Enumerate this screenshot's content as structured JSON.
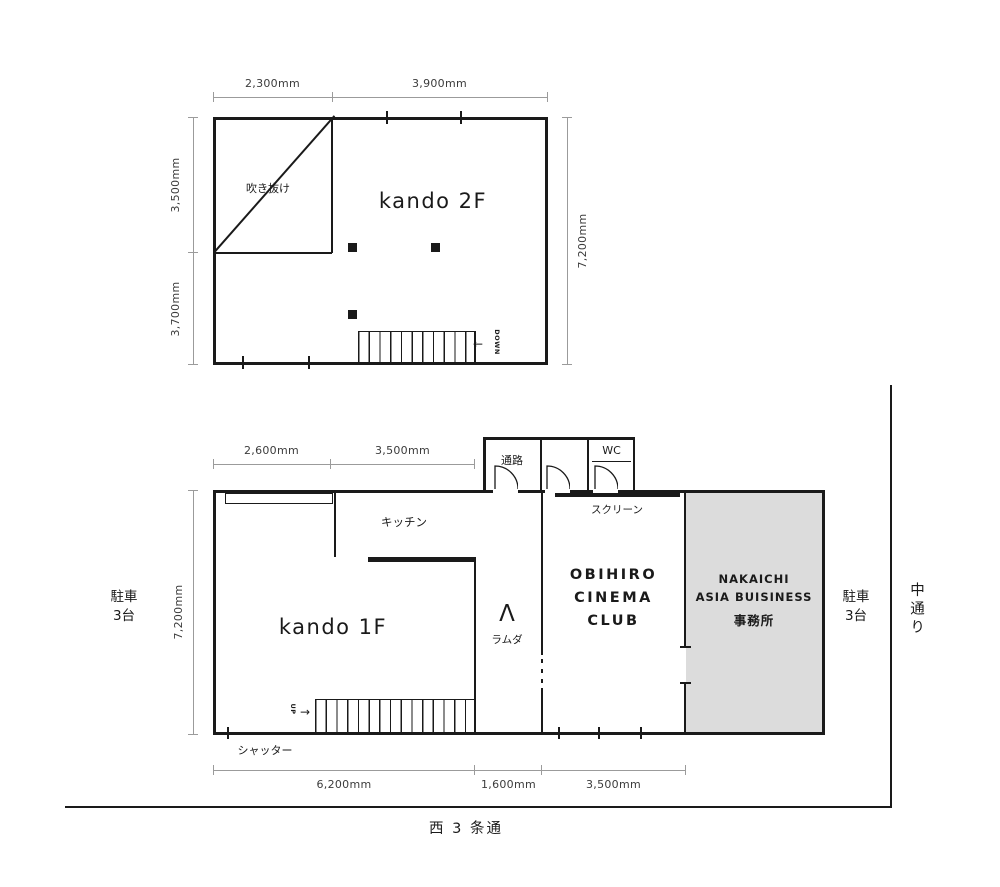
{
  "streets": {
    "bottom_label": "西 3 条通",
    "right_label": "中通り"
  },
  "plan_2f": {
    "title": "kando 2F",
    "void_label": "吹き抜け",
    "stairs_label": "DOWN",
    "stairs_arrow": "←",
    "dims": {
      "top_left": "2,300mm",
      "top_right": "3,900mm",
      "left_upper": "3,500mm",
      "left_lower": "3,700mm",
      "right": "7,200mm"
    }
  },
  "plan_1f": {
    "title": "kando 1F",
    "kitchen_label": "キッチン",
    "lambda_symbol": "Λ",
    "lambda_label": "ラムダ",
    "cinema_name": [
      "OBIHIRO",
      "CINEMA",
      "CLUB"
    ],
    "office_name": [
      "NAKAICHI",
      "ASIA BUISINESS",
      "事務所"
    ],
    "screen_label": "スクリーン",
    "passage_label": "通路",
    "wc_label": "WC",
    "stairs_label": "UP",
    "stairs_arrow": "→",
    "shutter_label": "シャッター",
    "parking_left": [
      "駐車",
      "3台"
    ],
    "parking_right": [
      "駐車",
      "3台"
    ],
    "dims": {
      "top_left": "2,600mm",
      "top_right": "3,500mm",
      "left": "7,200mm",
      "bottom_1": "6,200mm",
      "bottom_2": "1,600mm",
      "bottom_3": "3,500mm"
    }
  },
  "colors": {
    "line": "#1a1a1a",
    "dim_line": "#9b9b9b",
    "office_fill": "#dcdcdc"
  }
}
